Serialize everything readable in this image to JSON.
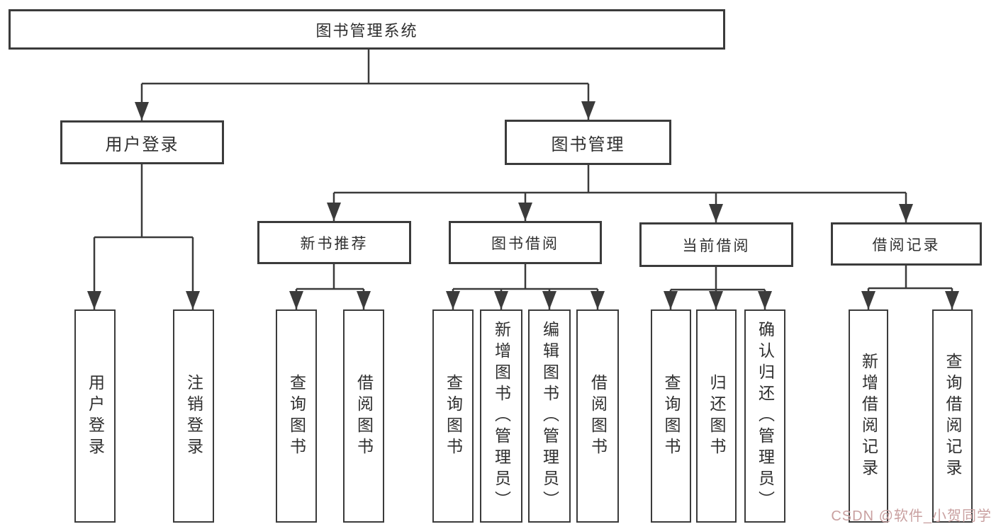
{
  "colors": {
    "page-bg": "#ffffff",
    "box-bg": "#ffffff",
    "line": "#3b3b3b",
    "ink": "#2f2f2f",
    "watermark": "#c9a0a0"
  },
  "watermark": {
    "text": "CSDN @软件_小贺同学"
  },
  "tree": {
    "label": "图书管理系统",
    "children": [
      {
        "label": "用户登录",
        "children": [
          {
            "label": "用户登录"
          },
          {
            "label": "注销登录"
          }
        ]
      },
      {
        "label": "图书管理",
        "children": [
          {
            "label": "新书推荐",
            "children": [
              {
                "label": "查询图书"
              },
              {
                "label": "借阅图书"
              }
            ]
          },
          {
            "label": "图书借阅",
            "children": [
              {
                "label": "查询图书"
              },
              {
                "label": "新增图书（管理员）"
              },
              {
                "label": "编辑图书（管理员）"
              },
              {
                "label": "借阅图书"
              }
            ]
          },
          {
            "label": "当前借阅",
            "children": [
              {
                "label": "查询图书"
              },
              {
                "label": "归还图书"
              },
              {
                "label": "确认归还（管理员）"
              }
            ]
          },
          {
            "label": "借阅记录",
            "children": [
              {
                "label": "新增借阅记录"
              },
              {
                "label": "查询借阅记录"
              }
            ]
          }
        ]
      }
    ]
  }
}
